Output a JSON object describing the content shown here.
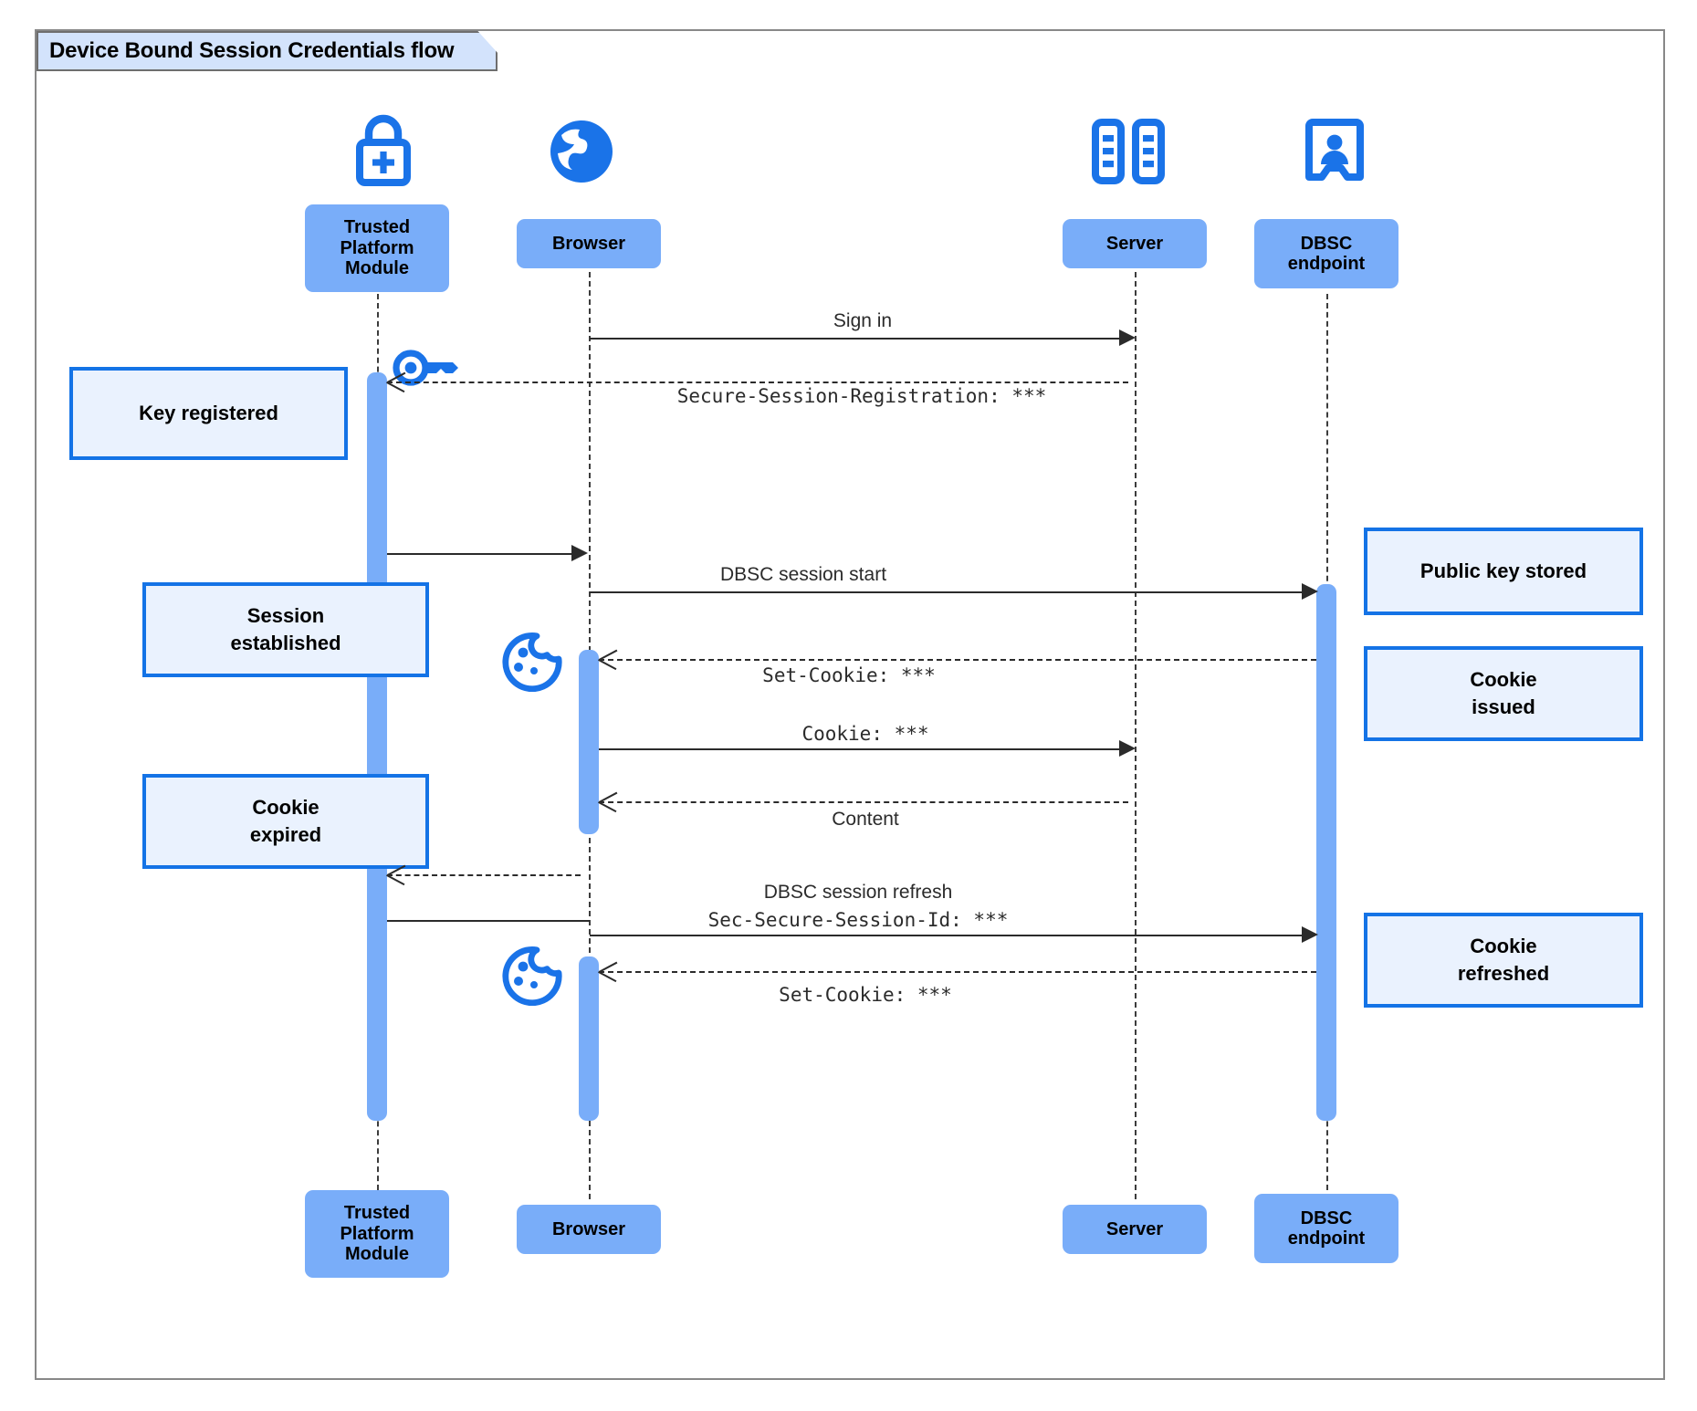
{
  "diagram": {
    "title": "Device Bound Session Credentials flow",
    "type": "uml-sequence-diagram",
    "colors": {
      "participant_fill": "#79ADF9",
      "note_fill": "#EAF2FE",
      "note_border": "#1473E6",
      "icon_blue": "#1A73E8",
      "frame_border": "#888888",
      "title_tab_fill": "#D3E3FC",
      "line": "#2b2b2b"
    }
  },
  "participants": [
    {
      "id": "tpm",
      "label": "Trusted\nPlatform\nModule",
      "icon": "lock-plus-icon"
    },
    {
      "id": "browser",
      "label": "Browser",
      "icon": "globe-icon"
    },
    {
      "id": "server",
      "label": "Server",
      "icon": "server-rack-icon"
    },
    {
      "id": "dbsc",
      "label": "DBSC\nendpoint",
      "icon": "id-badge-icon"
    }
  ],
  "footer_participants": [
    {
      "id": "tpm",
      "label": "Trusted\nPlatform\nModule"
    },
    {
      "id": "browser",
      "label": "Browser"
    },
    {
      "id": "server",
      "label": "Server"
    },
    {
      "id": "dbsc",
      "label": "DBSC\nendpoint"
    }
  ],
  "messages": [
    {
      "id": "m1",
      "from": "browser",
      "to": "server",
      "label": "Sign in",
      "style": "sans",
      "line": "solid",
      "arrow": "filled"
    },
    {
      "id": "m2",
      "from": "server",
      "to": "tpm",
      "label": "Secure-Session-Registration: ***",
      "style": "mono",
      "line": "dashed",
      "arrow": "open"
    },
    {
      "id": "m3",
      "from": "tpm",
      "to": "browser",
      "label": "",
      "style": "sans",
      "line": "solid",
      "arrow": "filled"
    },
    {
      "id": "m4",
      "from": "browser",
      "to": "dbsc",
      "label": "DBSC session start",
      "style": "sans",
      "line": "solid",
      "arrow": "filled"
    },
    {
      "id": "m5",
      "from": "dbsc",
      "to": "browser",
      "label": "Set-Cookie: ***",
      "style": "mono",
      "line": "dashed",
      "arrow": "open"
    },
    {
      "id": "m6",
      "from": "browser",
      "to": "server",
      "label": "Cookie: ***",
      "style": "mono",
      "line": "solid",
      "arrow": "filled"
    },
    {
      "id": "m7",
      "from": "server",
      "to": "browser",
      "label": "Content",
      "style": "sans",
      "line": "dashed",
      "arrow": "open"
    },
    {
      "id": "m8",
      "from": "browser",
      "to": "tpm",
      "label": "",
      "style": "sans",
      "line": "dashed",
      "arrow": "open"
    },
    {
      "id": "m9",
      "from": "tpm",
      "to": "browser",
      "label": "",
      "style": "sans",
      "line": "solid",
      "arrow": "none"
    },
    {
      "id": "m10",
      "from": "browser",
      "to": "dbsc",
      "label_line1": "DBSC session refresh",
      "label_line2": "Sec-Secure-Session-Id: ***",
      "style": "mixed",
      "line": "solid",
      "arrow": "filled"
    },
    {
      "id": "m11",
      "from": "dbsc",
      "to": "browser",
      "label": "Set-Cookie: ***",
      "style": "mono",
      "line": "dashed",
      "arrow": "open"
    }
  ],
  "notes": [
    {
      "id": "n1",
      "text": "Key registered",
      "side": "left",
      "target": "tpm"
    },
    {
      "id": "n2",
      "text": "Session\nestablished",
      "side": "left",
      "target": "tpm"
    },
    {
      "id": "n3",
      "text": "Cookie\nexpired",
      "side": "left",
      "target": "tpm"
    },
    {
      "id": "n4",
      "text": "Public key stored",
      "side": "right",
      "target": "dbsc"
    },
    {
      "id": "n5",
      "text": "Cookie\nissued",
      "side": "right",
      "target": "dbsc"
    },
    {
      "id": "n6",
      "text": "Cookie\nrefreshed",
      "side": "right",
      "target": "dbsc"
    }
  ],
  "decor_icons": [
    {
      "id": "key1",
      "name": "key-icon",
      "near": "tpm"
    },
    {
      "id": "cookie1",
      "name": "cookie-icon",
      "near": "browser"
    },
    {
      "id": "cookie2",
      "name": "cookie-icon",
      "near": "browser"
    }
  ]
}
